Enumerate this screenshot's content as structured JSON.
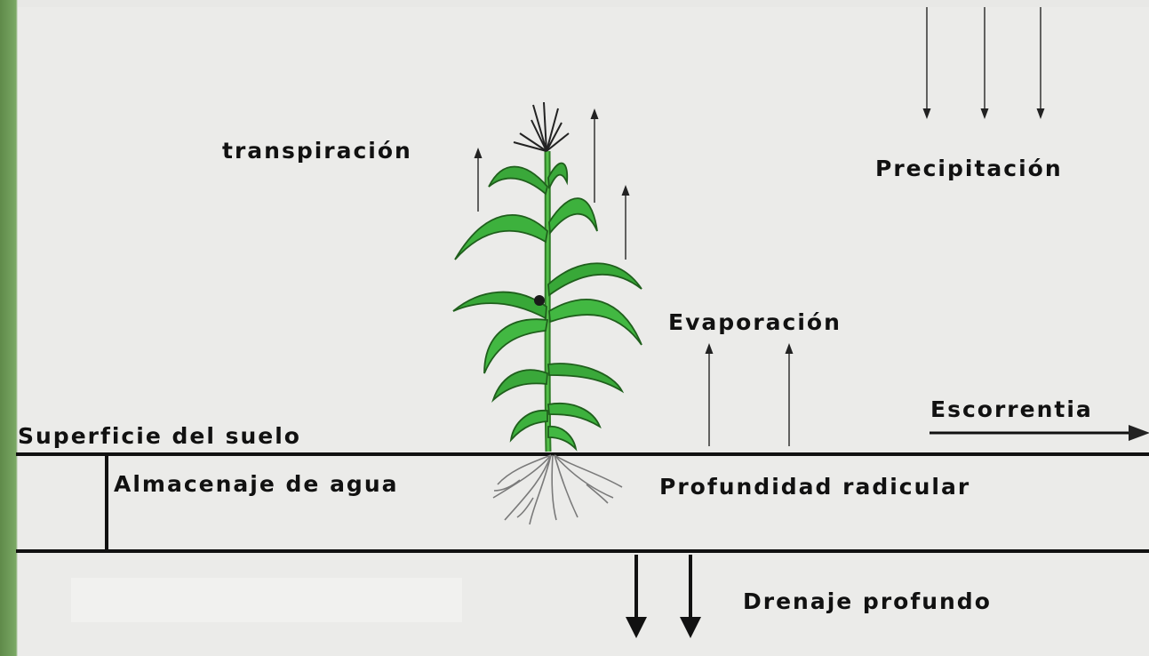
{
  "labels": {
    "transpiration": "transpiración",
    "precipitation": "Precipitación",
    "evaporation": "Evaporación",
    "runoff": "Escorrentia",
    "soil_surface": "Superficie del suelo",
    "water_storage": "Almacenaje de agua",
    "root_depth": "Profundidad radicular",
    "deep_drainage": "Drenaje profundo"
  },
  "colors": {
    "frame": "#6e9a5a",
    "background": "#ebebe9",
    "ink": "#111111",
    "leaf": "#2fa02f",
    "root": "#777777"
  }
}
